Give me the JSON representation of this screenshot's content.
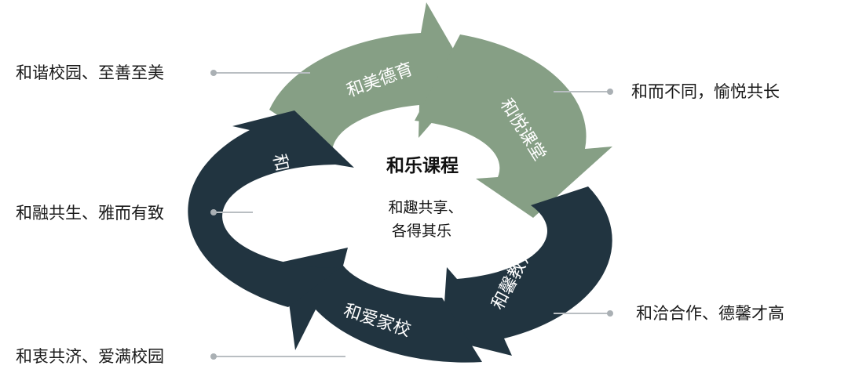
{
  "center": {
    "title": "和乐课程",
    "subtitle_line1": "和趣共享、",
    "subtitle_line2": "各得其乐"
  },
  "segments": [
    {
      "label": "和美德育",
      "color": "#869f85"
    },
    {
      "label": "和悦课堂",
      "color": "#869f85"
    },
    {
      "label": "和馨教师",
      "color": "#213440"
    },
    {
      "label": "和爱家校",
      "color": "#213440"
    },
    {
      "label": "和雅校园",
      "color": "#213440"
    }
  ],
  "outer_labels": [
    {
      "text": "和谐校园、至善至美"
    },
    {
      "text": "和而不同，愉悦共长"
    },
    {
      "text": "和洽合作、德馨才高"
    },
    {
      "text": "和衷共济、爱满校园"
    },
    {
      "text": "和融共生、雅而有致"
    }
  ],
  "colors": {
    "green_segment": "#869f85",
    "dark_segment": "#213440",
    "leader_line": "#b9bec2"
  }
}
